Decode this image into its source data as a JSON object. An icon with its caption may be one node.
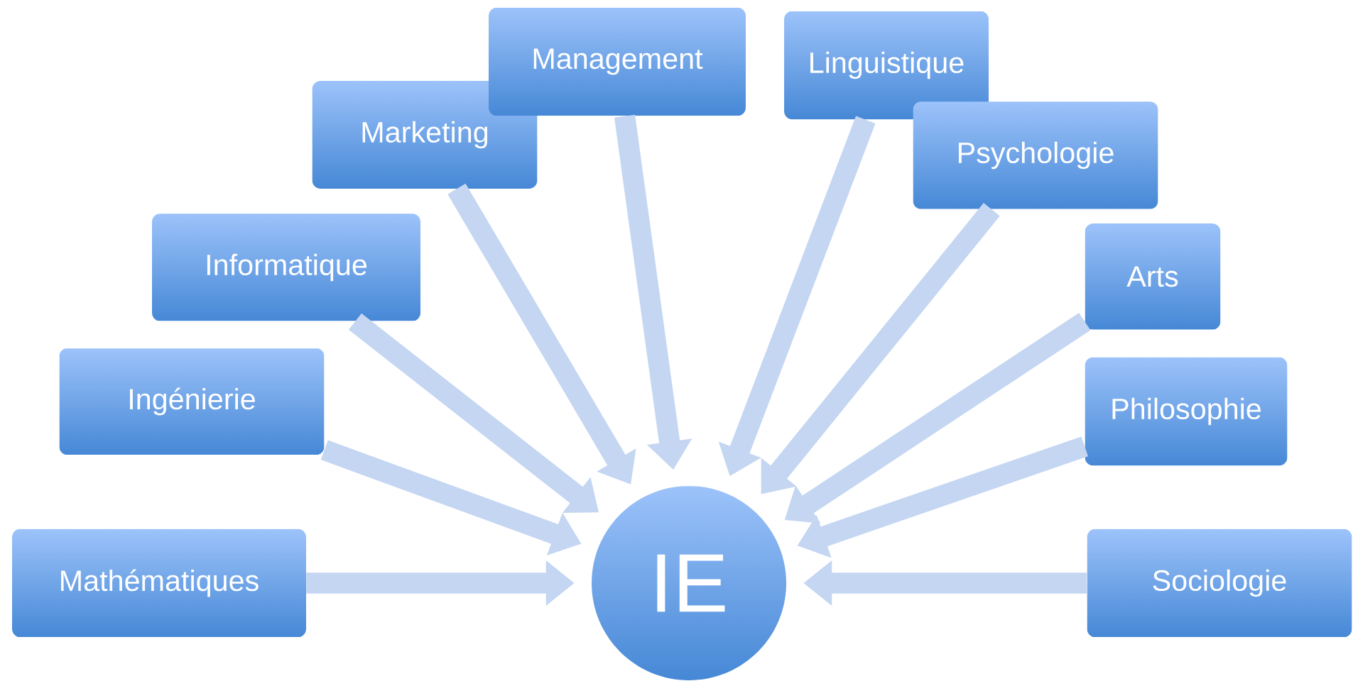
{
  "diagram": {
    "nodes": [
      {
        "text": [
          "Mathématiques"
        ]
      },
      {
        "text": [
          "Ingénierie"
        ]
      },
      {
        "text": [
          "Informatique"
        ]
      },
      {
        "text": [
          "Marketing"
        ]
      },
      {
        "text": [
          "Management"
        ]
      },
      {
        "text": [
          "Linguistique"
        ]
      },
      {
        "text": [
          "Psychologie"
        ]
      },
      {
        "text": [
          "Arts"
        ]
      },
      {
        "text": [
          "Philosophie"
        ]
      },
      {
        "text": [
          "Sociologie"
        ]
      },
      {
        "text": [
          "IE"
        ]
      }
    ],
    "edges": [
      {
        "from": 0,
        "to": 10,
        "arrow": "to"
      },
      {
        "from": 1,
        "to": 10,
        "arrow": "to"
      },
      {
        "from": 2,
        "to": 10,
        "arrow": "to"
      },
      {
        "from": 3,
        "to": 10,
        "arrow": "to"
      },
      {
        "from": 4,
        "to": 10,
        "arrow": "to"
      },
      {
        "from": 5,
        "to": 10,
        "arrow": "to"
      },
      {
        "from": 6,
        "to": 10,
        "arrow": "to"
      },
      {
        "from": 7,
        "to": 10,
        "arrow": "to"
      },
      {
        "from": 8,
        "to": 10,
        "arrow": "to"
      },
      {
        "from": 9,
        "to": 10,
        "arrow": "to"
      }
    ]
  }
}
